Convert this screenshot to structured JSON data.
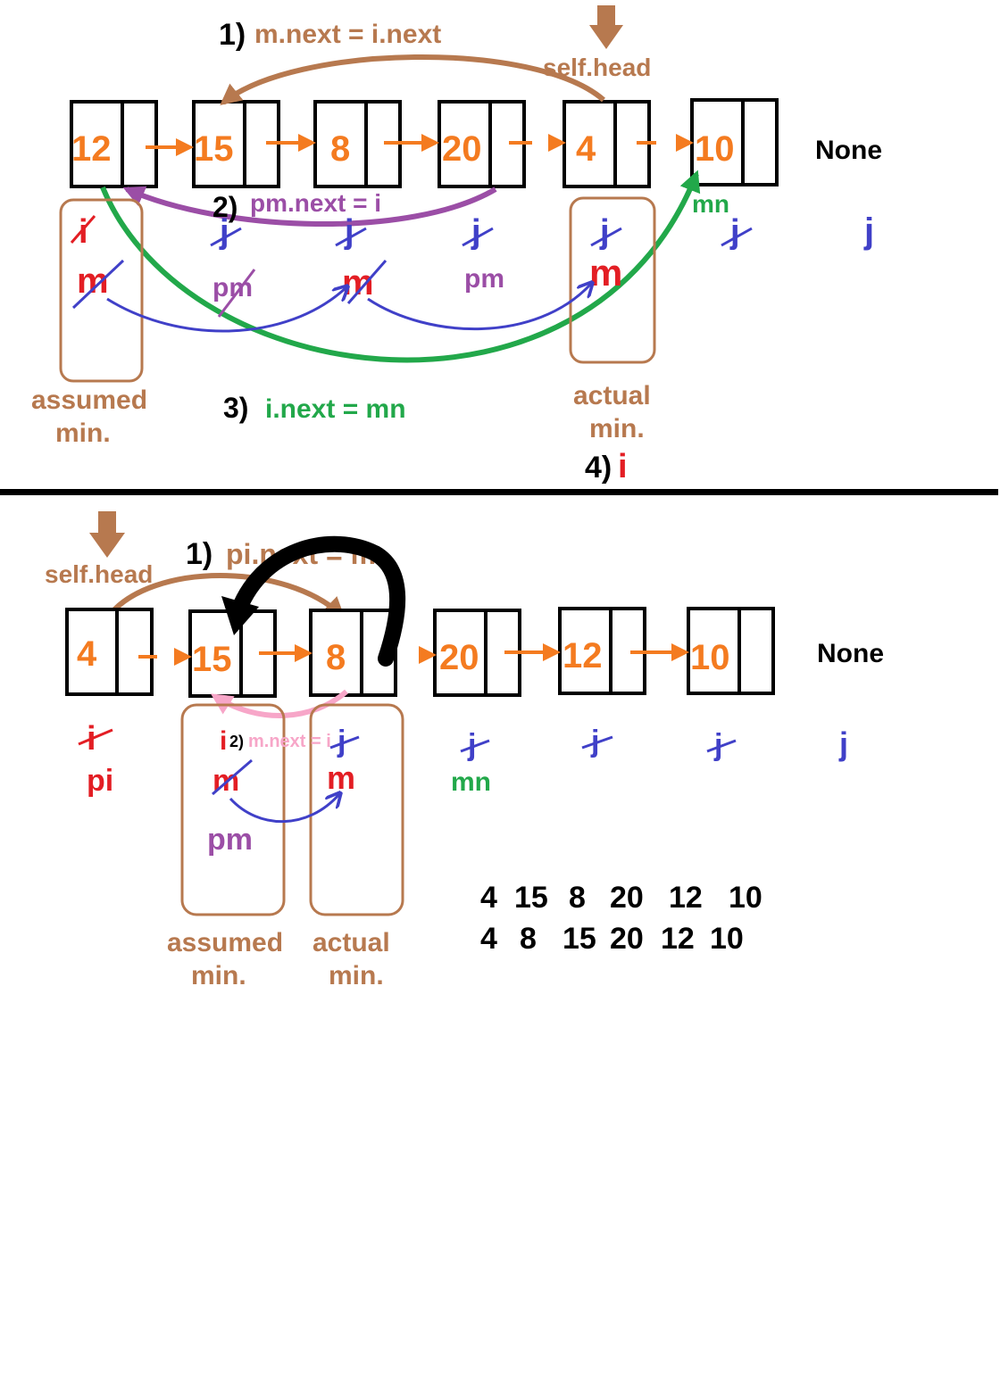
{
  "colors": {
    "node_value": "#f47b20",
    "pointer_arrow": "#f47b20",
    "brown": "#b7794f",
    "purple": "#9b4ea6",
    "green": "#22a84a",
    "red": "#e31e24",
    "blue": "#4040c8",
    "pink": "#f7a6c8",
    "black": "#000000"
  },
  "top": {
    "nodes": [
      "12",
      "15",
      "8",
      "20",
      "4",
      "10"
    ],
    "none_label": "None",
    "head_label": "self.head",
    "step1_num": "1)",
    "step1_text": "m.next = i.next",
    "step2_num": "2)",
    "step2_text": "pm.next = i",
    "step3_num": "3)",
    "step3_text": "i.next = mn",
    "step4_num": "4)",
    "step4_text": "i",
    "i_label": "i",
    "j_label": "j",
    "m_label": "m",
    "pm_label": "pm",
    "mn_label": "mn",
    "assumed_min_line1": "assumed",
    "assumed_min_line2": "min.",
    "actual_min_line1": "actual",
    "actual_min_line2": "min."
  },
  "bottom": {
    "nodes": [
      "4",
      "15",
      "8",
      "20",
      "12",
      "10"
    ],
    "none_label": "None",
    "head_label": "self.head",
    "step1_num": "1)",
    "step1_text": "pi.next = m",
    "step2_num": "2)",
    "step2_text": "m.next = i",
    "i_label": "i",
    "j_label": "j",
    "m_label": "m",
    "pi_label": "pi",
    "pm_label": "pm",
    "mn_label": "mn",
    "assumed_min_line1": "assumed",
    "assumed_min_line2": "min.",
    "actual_min_line1": "actual",
    "actual_min_line2": "min."
  },
  "sequence": {
    "row1": [
      "4",
      "15",
      "8",
      "20",
      "12",
      "10"
    ],
    "row2": [
      "4",
      "8",
      "15",
      "20",
      "12",
      "10"
    ]
  }
}
